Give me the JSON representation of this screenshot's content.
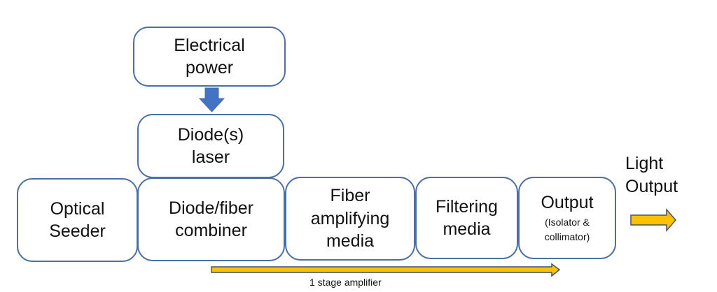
{
  "diagram": {
    "title": "Fiber laser block diagram",
    "colors": {
      "box_border": "#4a6fa5",
      "power_arrow": "#4472c4",
      "light_arrow_fill": "#ffc000",
      "light_arrow_border": "#44546a"
    },
    "nodes": {
      "electrical_power": {
        "lines": [
          "Electrical",
          "power"
        ]
      },
      "diode_laser": {
        "lines": [
          "Diode(s)",
          "laser"
        ]
      },
      "optical_seeder": {
        "lines": [
          "Optical",
          "Seeder"
        ]
      },
      "combiner": {
        "lines": [
          "Diode/fiber",
          "combiner"
        ]
      },
      "fiber_amplifying": {
        "lines": [
          "Fiber",
          "amplifying",
          "media"
        ]
      },
      "filtering": {
        "lines": [
          "Filtering",
          "media"
        ]
      },
      "output": {
        "title": "Output",
        "sub_lines": [
          "(Isolator &",
          "collimator)"
        ]
      }
    },
    "light_output": {
      "lines": [
        "Light",
        "Output"
      ]
    },
    "stage_label": "1 stage amplifier",
    "edges": [
      {
        "from": "electrical_power",
        "to": "diode_laser",
        "style": "blue-block-arrow"
      },
      {
        "from": "combiner",
        "to": "output",
        "style": "yellow-arrow",
        "label": "1 stage amplifier"
      },
      {
        "from": "output",
        "to": "light_output",
        "style": "yellow-arrow"
      }
    ]
  }
}
